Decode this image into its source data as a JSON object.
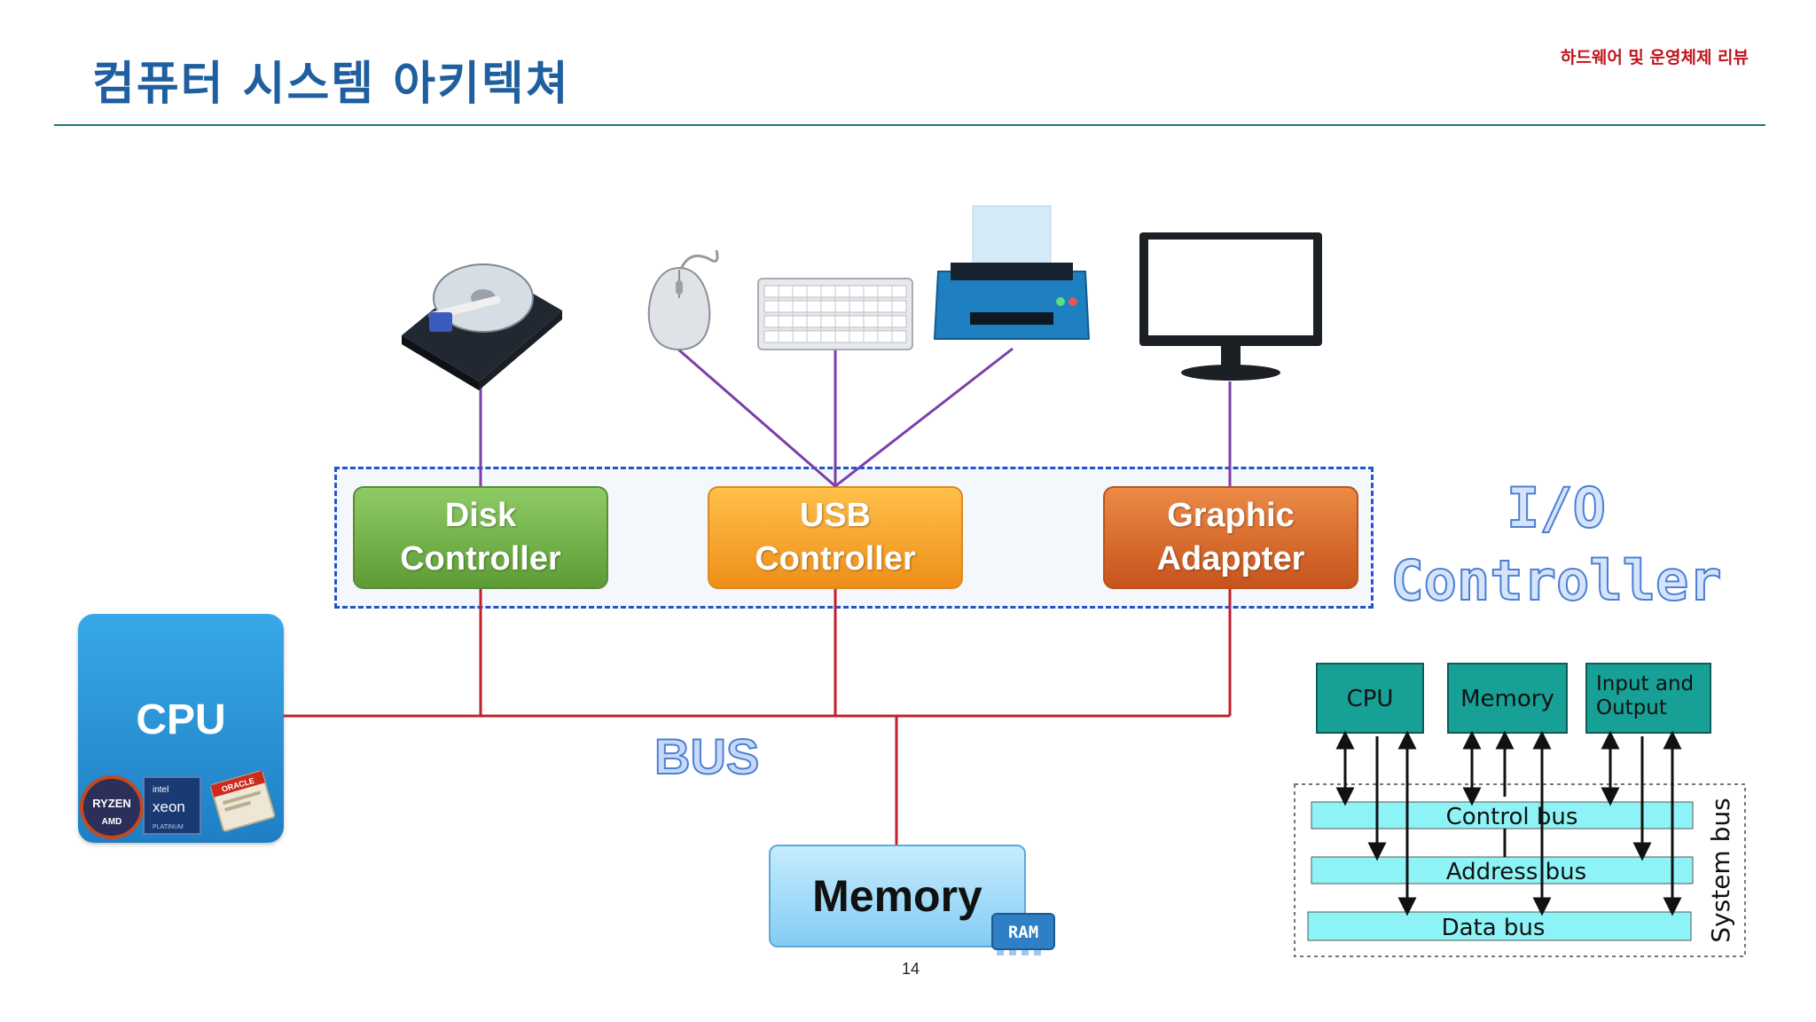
{
  "header": {
    "title": "컴퓨터 시스템 아키텍쳐",
    "course": "하드웨어 및 운영체제 리뷰"
  },
  "controllers": {
    "disk": [
      "Disk",
      "Controller"
    ],
    "usb": [
      "USB",
      "Controller"
    ],
    "graphic": [
      "Graphic",
      "Adappter"
    ]
  },
  "io_label": [
    "I/O",
    "Controller"
  ],
  "cpu_label": "CPU",
  "bus_label": "BUS",
  "memory_label": "Memory",
  "ram_label": "RAM",
  "cpu_logos": {
    "ryzen": "RYZEN",
    "amd": "AMD",
    "intel": "intel",
    "xeon": "xeon",
    "platinum": "PLATINUM",
    "oracle": "ORACLE"
  },
  "system_bus_diagram": {
    "boxes": [
      "CPU",
      "Memory",
      "Input and",
      "Output"
    ],
    "buses": [
      "Control bus",
      "Address bus",
      "Data bus"
    ],
    "side_label": "System bus"
  },
  "page_number": "14",
  "colors": {
    "title": "#1f5fa0",
    "course": "#c0141c",
    "device_lines": "#7b3fa8",
    "bus_lines": "#c0202a",
    "teal_box": "#17a096",
    "bus_bar": "#8ef3f6"
  }
}
